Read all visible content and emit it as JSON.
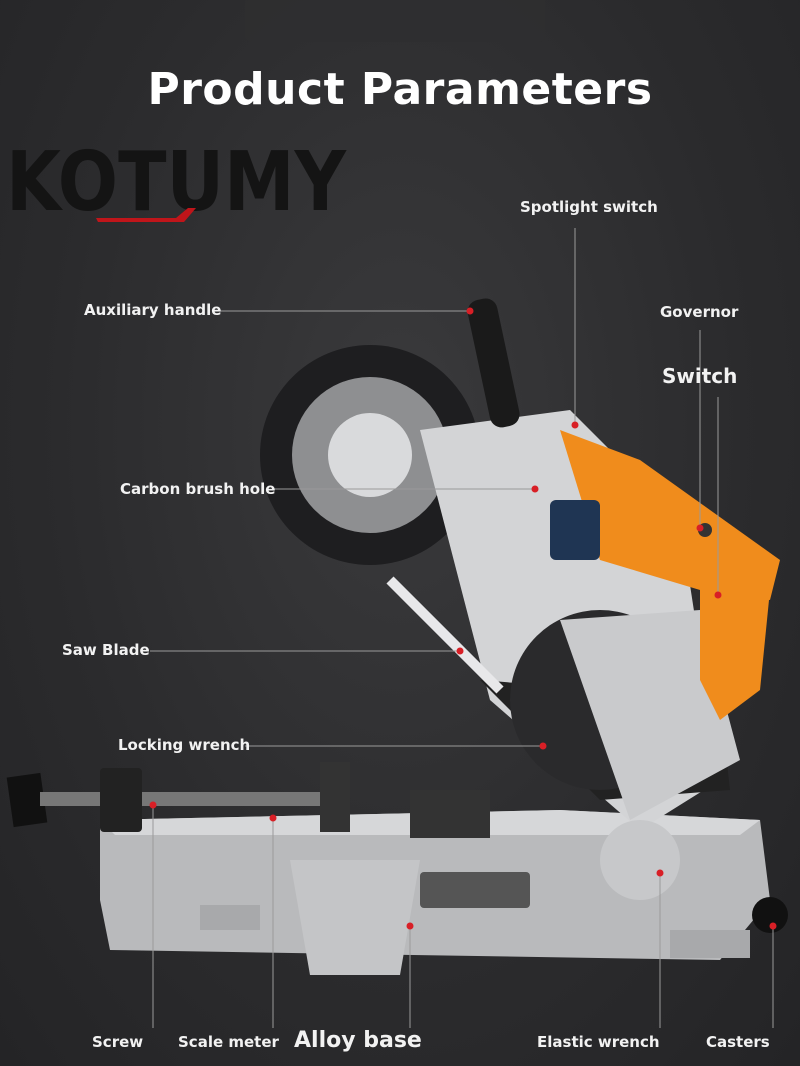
{
  "title": "Product Parameters",
  "brand": "KOTUMY",
  "colors": {
    "background": "#2b2b2d",
    "accent": "#f08c1c",
    "marker": "#d81f26",
    "metal": "#c9cacc"
  },
  "callouts": {
    "spotlight_switch": "Spotlight switch",
    "auxiliary_handle": "Auxiliary handle",
    "governor": "Governor",
    "switch": "Switch",
    "carbon_brush_hole": "Carbon brush hole",
    "saw_blade": "Saw Blade",
    "locking_wrench": "Locking wrench",
    "screw": "Screw",
    "scale_meter": "Scale meter",
    "alloy_base": "Alloy base",
    "elastic_wrench": "Elastic wrench",
    "casters": "Casters"
  }
}
